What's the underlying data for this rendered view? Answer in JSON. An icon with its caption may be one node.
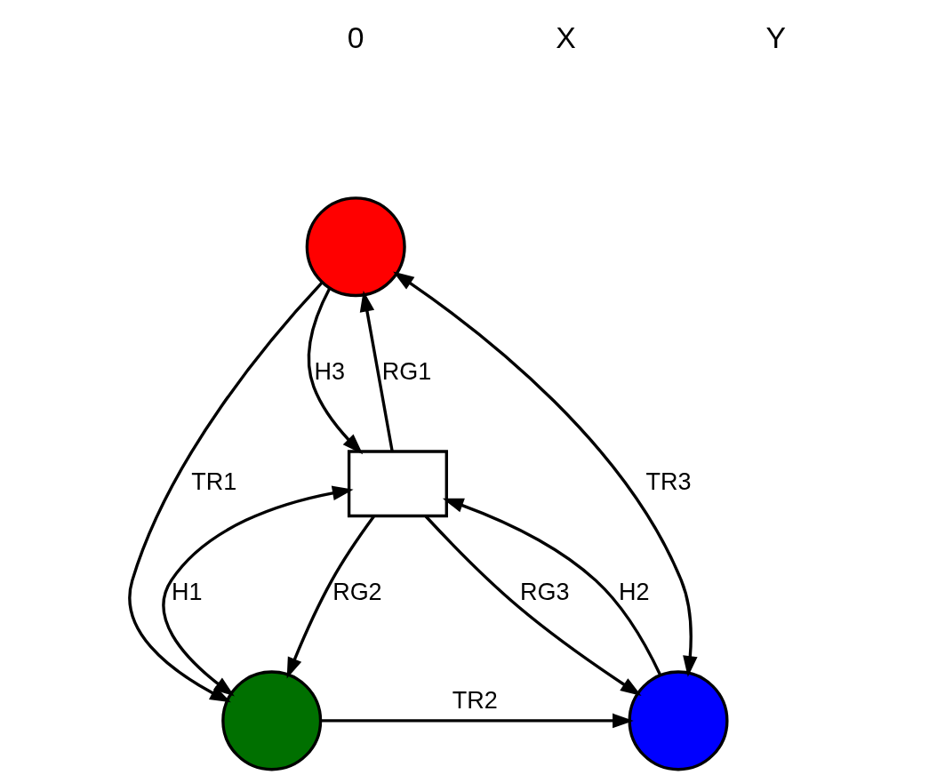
{
  "diagram": {
    "nodes": [
      {
        "text": [],
        "shape": "circle"
      },
      {
        "text": [],
        "shape": "box"
      },
      {
        "text": [],
        "shape": "circle"
      },
      {
        "text": [],
        "shape": "circle"
      }
    ],
    "edges": [
      {
        "from": 0,
        "to": 2,
        "arrow": "to",
        "label": "TR1"
      },
      {
        "from": 1,
        "to": 0,
        "arrow": "to",
        "label": "RG1"
      },
      {
        "from": 0,
        "to": 1,
        "arrow": "to",
        "label": "H3"
      },
      {
        "from": 3,
        "to": 0,
        "arrow": "both",
        "label": "TR3"
      },
      {
        "from": 2,
        "to": 1,
        "arrow": "both",
        "label": "H1"
      },
      {
        "from": 1,
        "to": 2,
        "arrow": "to",
        "label": "RG2"
      },
      {
        "from": 1,
        "to": 3,
        "arrow": "to",
        "label": "RG3"
      },
      {
        "from": 3,
        "to": 1,
        "arrow": "to",
        "label": "H2"
      },
      {
        "from": 2,
        "to": 3,
        "arrow": "to",
        "label": "TR2"
      }
    ],
    "labels": [
      "0",
      "X",
      "Y"
    ]
  }
}
